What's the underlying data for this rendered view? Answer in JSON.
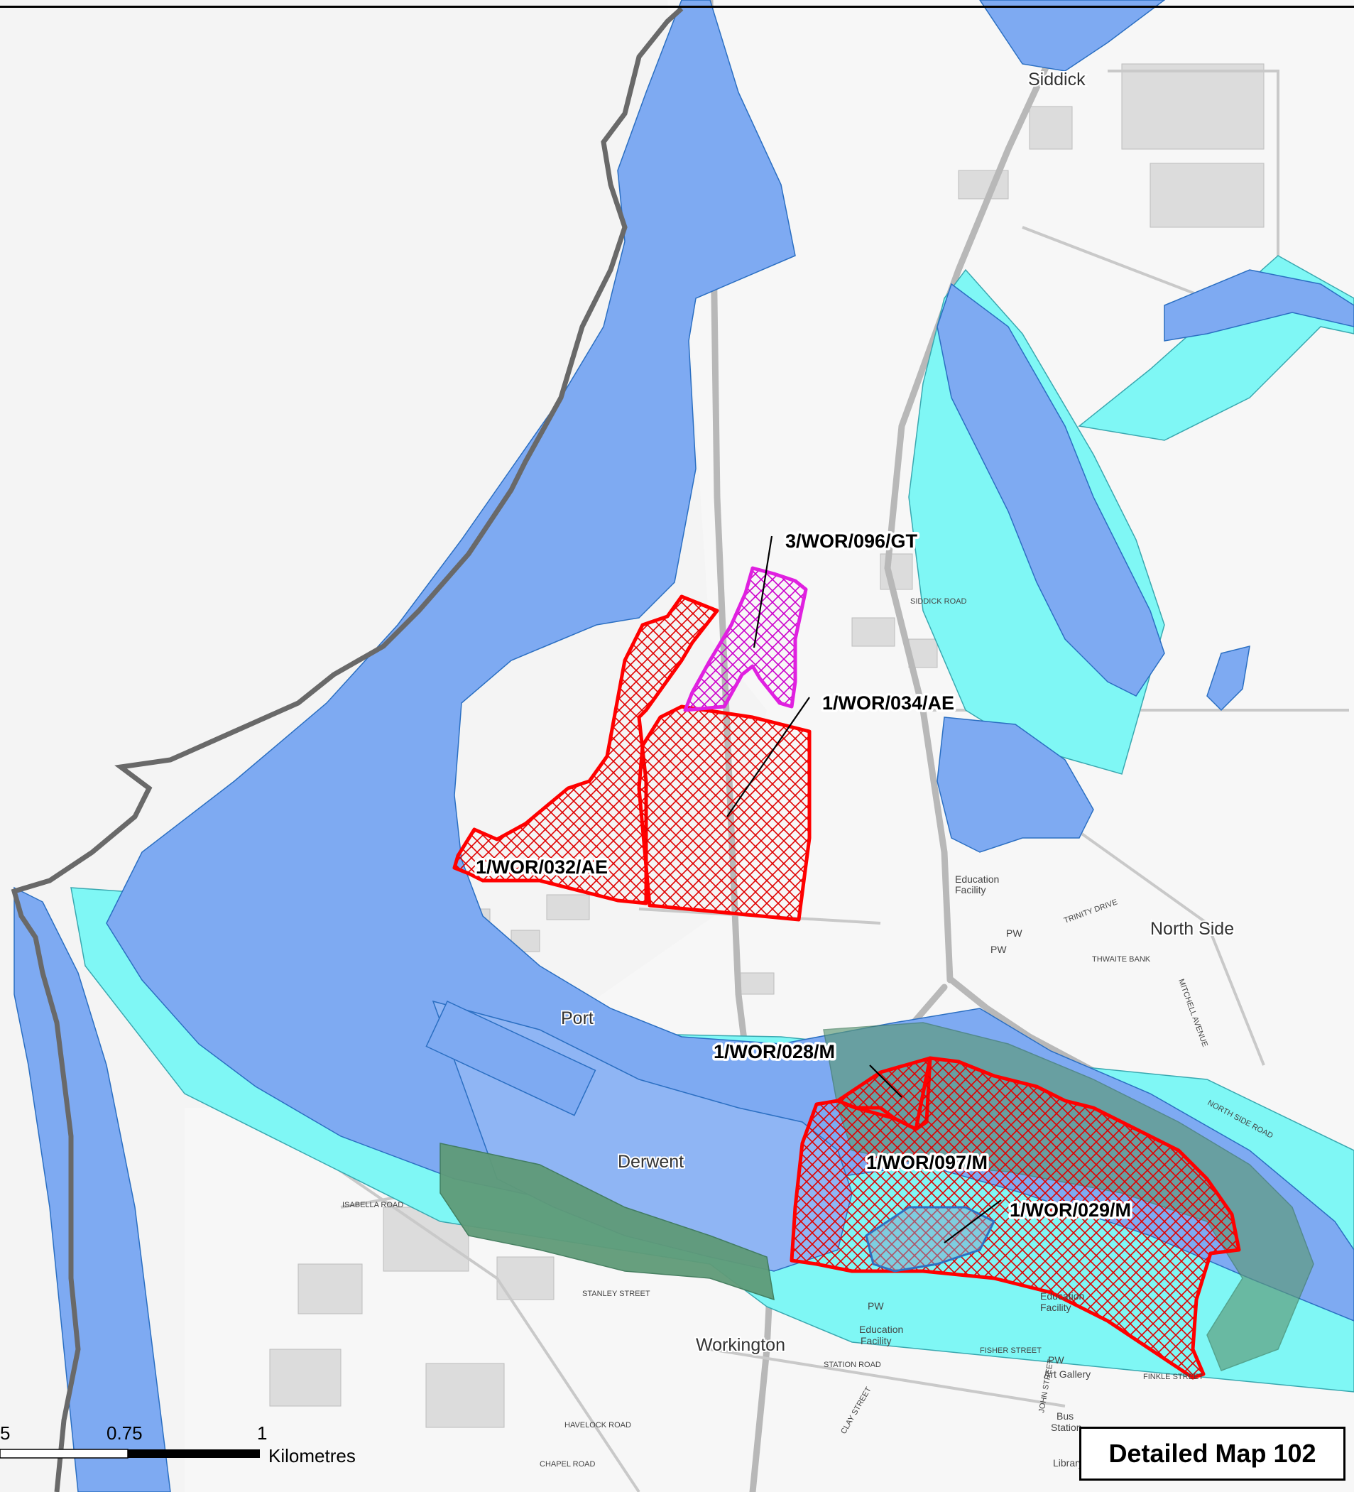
{
  "map": {
    "title": "Detailed Map 102",
    "place_names": {
      "siddick": "Siddick",
      "north_side": "North Side",
      "port": "Port",
      "derwent": "Derwent",
      "workington": "Workington"
    },
    "site_labels": {
      "gt096": "3/WOR/096/GT",
      "ae034": "1/WOR/034/AE",
      "ae032": "1/WOR/032/AE",
      "m028": "1/WOR/028/M",
      "m097": "1/WOR/097/M",
      "m029": "1/WOR/029/M"
    },
    "street_labels": {
      "isabella_road": "ISABELLA ROAD",
      "stanley_street": "STANLEY STREET",
      "finkle_street": "FINKLE STREET",
      "station_road": "STATION ROAD",
      "north_side_road": "NORTH SIDE ROAD",
      "siddick_road": "SIDDICK ROAD",
      "thwaite_bank": "THWAITE BANK",
      "mitchell_avenue": "MITCHELL AVENUE",
      "trinity_drive": "TRINITY DRIVE",
      "havelock_road": "HAVELOCK ROAD",
      "chapel_road": "CHAPEL ROAD",
      "clay_street": "CLAY STREET",
      "fisher_street": "FISHER STREET",
      "john_street": "JOHN STREET"
    },
    "poi_labels": {
      "pw1": "PW",
      "pw2": "PW",
      "pw3": "PW",
      "pw4": "PW",
      "education1": "Education",
      "facility1": "Facility",
      "education2": "Education",
      "facility2": "Facility",
      "education3": "Education",
      "facility3": "Facility",
      "art_gallery": "Art Gallery",
      "bus": "Bus",
      "station": "Station",
      "library": "Library"
    },
    "scale_bar": {
      "tick_0": "5",
      "tick_1": "0.75",
      "tick_2": "1",
      "unit": "Kilometres"
    },
    "colors": {
      "flood_zone_3": "#7eaaf2",
      "flood_zone_2": "#7ff7f5",
      "functional_floodplain": "#5f9a78",
      "allocation_outline": "#ff0000",
      "gypsy_traveller_site": "#e020e0",
      "coastline": "#696969",
      "land": "#f1f1f1"
    }
  }
}
